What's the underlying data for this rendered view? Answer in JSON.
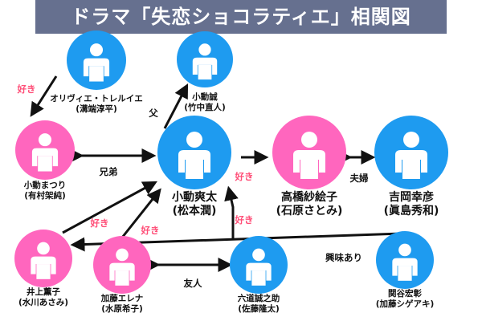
{
  "title": "ドラマ「失恋ショコラティエ」相関図",
  "colors": {
    "title_bg": "#66708f",
    "male": "#1e9bf0",
    "female": "#ff66be",
    "love": "#ff4f78",
    "line": "#111111"
  },
  "characters": {
    "olivier": {
      "name": "オリヴィエ・トレルイエ",
      "actor": "(溝端淳平)",
      "gender": "male"
    },
    "makoto": {
      "name": "小動誠",
      "actor": "(竹中直人)",
      "gender": "male"
    },
    "matsuri": {
      "name": "小動まつり",
      "actor": "(有村架純)",
      "gender": "female"
    },
    "sota": {
      "name": "小動爽太",
      "actor": "(松本潤)",
      "gender": "male"
    },
    "saeko": {
      "name": "高橋紗絵子",
      "actor": "(石原さとみ)",
      "gender": "female"
    },
    "yoshioka": {
      "name": "吉岡幸彦",
      "actor": "(眞島秀和)",
      "gender": "male"
    },
    "kaoruko": {
      "name": "井上薫子",
      "actor": "(水川あさみ)",
      "gender": "female"
    },
    "erena": {
      "name": "加藤エレナ",
      "actor": "(水原希子)",
      "gender": "female"
    },
    "rikudo": {
      "name": "六道誠之助",
      "actor": "(佐藤隆太)",
      "gender": "male"
    },
    "sekiya": {
      "name": "関谷宏彰",
      "actor": "(加藤シゲアキ)",
      "gender": "male"
    }
  },
  "relations": {
    "olivier_matsuri": "好き",
    "sota_makoto": "父",
    "matsuri_sota": "兄弟",
    "sota_saeko": "好き",
    "saeko_yoshioka": "夫婦",
    "kaoruko_sota": "好き",
    "erena_sota": "好き",
    "rikudo_sota": "好き",
    "erena_rikudo": "友人",
    "sekiya_kaoruko": "興味あり"
  }
}
